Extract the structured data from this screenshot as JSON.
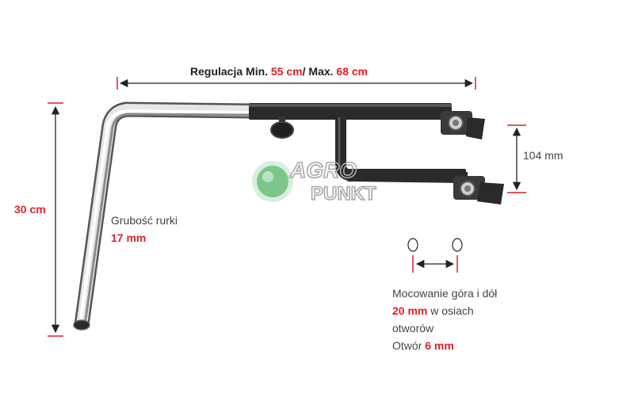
{
  "top_dimension": {
    "prefix": "Regulacja Min. ",
    "min_value": "55 cm",
    "middle": "/ Max. ",
    "max_value": "68 cm"
  },
  "left_dimension": {
    "value": "30 cm"
  },
  "right_dimension": {
    "value": "104 mm"
  },
  "tube_thickness": {
    "label": "Grubość rurki",
    "value": "17 mm"
  },
  "mounting": {
    "line1": "Mocowanie góra i dół",
    "spacing_value": "20 mm",
    "spacing_suffix": " w osiach",
    "line3": "otworów",
    "hole_prefix": "Otwór ",
    "hole_value": "6 mm"
  },
  "logo": {
    "line1": "AGRO",
    "line2": "PUNKT"
  },
  "colors": {
    "accent_red": "#e01f26",
    "dim_line": "#222222",
    "logo_green": "#7cc68a",
    "logo_gray": "#a9a9a9"
  }
}
